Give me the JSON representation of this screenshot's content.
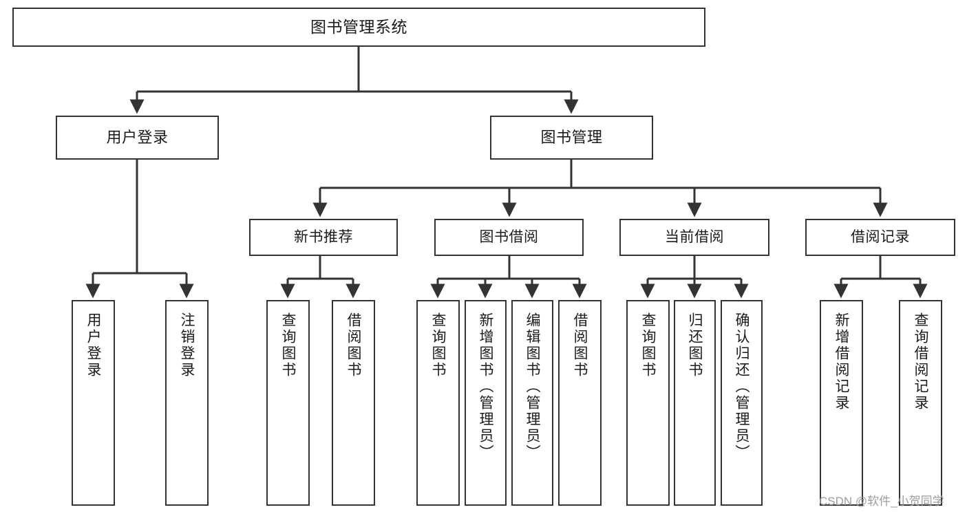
{
  "diagram": {
    "title": "图书管理系统",
    "type": "tree",
    "orientation": "top-down",
    "theme": {
      "box_border": "#333333",
      "box_fill": "#ffffff",
      "connector": "#333333",
      "text": "#1b1b1b",
      "watermark": "#9c9c9c",
      "background": "#ffffff"
    },
    "root": {
      "label": "图书管理系统"
    },
    "level1": [
      {
        "id": "user-login",
        "label": "用户登录"
      },
      {
        "id": "book-management",
        "label": "图书管理"
      }
    ],
    "level2": [
      {
        "id": "new-book-recommend",
        "label": "新书推荐",
        "parent": "book-management"
      },
      {
        "id": "book-borrow",
        "label": "图书借阅",
        "parent": "book-management"
      },
      {
        "id": "current-borrow",
        "label": "当前借阅",
        "parent": "book-management"
      },
      {
        "id": "borrow-record",
        "label": "借阅记录",
        "parent": "book-management"
      }
    ],
    "leaves": [
      {
        "id": "leaf-user-login",
        "label": "用户登录",
        "parent": "user-login"
      },
      {
        "id": "leaf-logout-login",
        "label": "注销登录",
        "parent": "user-login"
      },
      {
        "id": "leaf-query-book-1",
        "label": "查询图书",
        "parent": "new-book-recommend"
      },
      {
        "id": "leaf-borrow-book-1",
        "label": "借阅图书",
        "parent": "new-book-recommend"
      },
      {
        "id": "leaf-query-book-2",
        "label": "查询图书",
        "parent": "book-borrow"
      },
      {
        "id": "leaf-add-book",
        "label": "新增图书（管理员）",
        "parent": "book-borrow"
      },
      {
        "id": "leaf-edit-book",
        "label": "编辑图书（管理员）",
        "parent": "book-borrow"
      },
      {
        "id": "leaf-borrow-book-2",
        "label": "借阅图书",
        "parent": "book-borrow"
      },
      {
        "id": "leaf-query-book-3",
        "label": "查询图书",
        "parent": "current-borrow"
      },
      {
        "id": "leaf-return-book",
        "label": "归还图书",
        "parent": "current-borrow"
      },
      {
        "id": "leaf-confirm-return",
        "label": "确认归还（管理员）",
        "parent": "current-borrow"
      },
      {
        "id": "leaf-add-record",
        "label": "新增借阅记录",
        "parent": "borrow-record"
      },
      {
        "id": "leaf-query-record",
        "label": "查询借阅记录",
        "parent": "borrow-record"
      }
    ],
    "watermark": "CSDN @软件_小贺同学"
  }
}
